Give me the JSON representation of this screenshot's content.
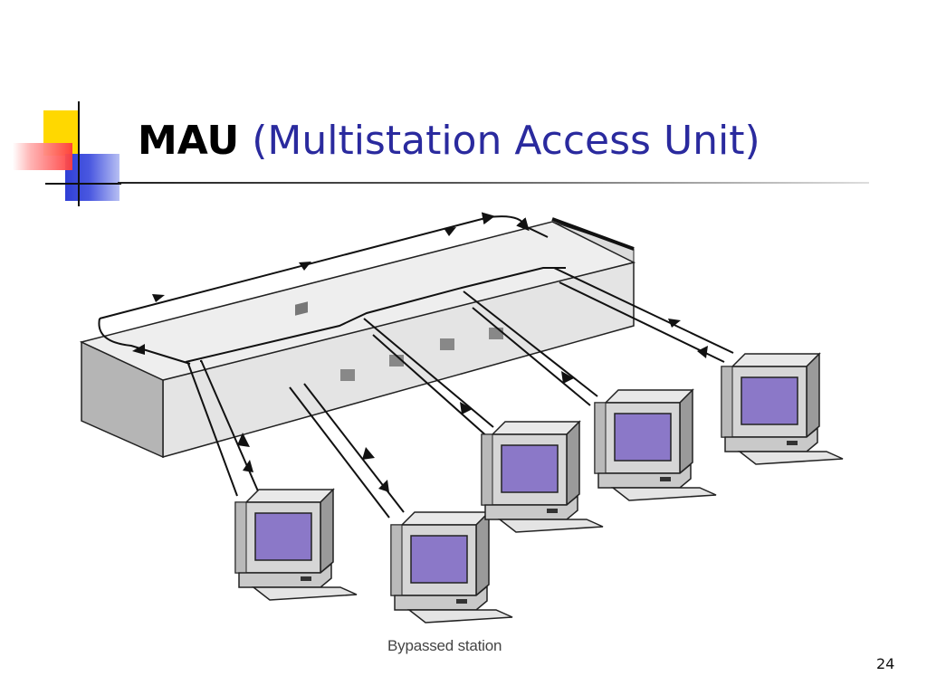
{
  "slide": {
    "title_strong": "MAU",
    "title_rest": "(Multistation Access Unit)",
    "page_number": "24",
    "colors": {
      "title_blue": "#2a2a9e",
      "logo_yellow": "#ffd800",
      "logo_blue": "#2f3fd6",
      "logo_red": "#ff3b3b",
      "monitor_screen": "#8b78c8",
      "device_gray": "#d4d4d4"
    }
  },
  "diagram": {
    "caption": "Bypassed station",
    "hub_icon": "mau-hub",
    "station_icon": "computer-workstation-icon",
    "station_count": 5,
    "bypassed_station_count": 1
  }
}
